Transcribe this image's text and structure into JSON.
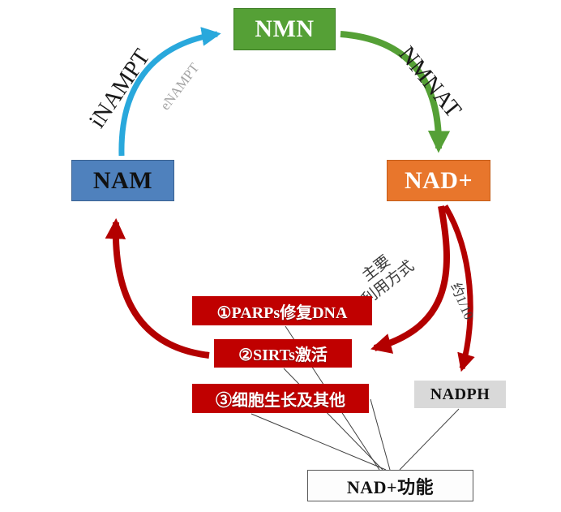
{
  "nodes": {
    "nmn": "NMN",
    "nam": "NAM",
    "nad_plus": "NAD+",
    "nadph": "NADPH",
    "nad_function": "NAD+功能"
  },
  "function_boxes": [
    "①PARPs修复DNA",
    "②SIRTs激活",
    "③细胞生长及其他"
  ],
  "labels": {
    "inampt": "iNAMPT",
    "enampt": "eNAMPT",
    "nmnat": "NMNAT",
    "usage_line1": "主要",
    "usage_line2": "利用方式",
    "fraction": "约1/10"
  },
  "colors": {
    "nmn_box": "#55a036",
    "nam_box": "#4f81bd",
    "nad_box": "#e8762c",
    "red_function_box": "#c00000",
    "nadph_box": "#d9d9d9",
    "arrow_blue": "#29a8dc",
    "arrow_green": "#55a036",
    "arrow_red": "#b30000",
    "connector_line": "#3f3f3f"
  }
}
